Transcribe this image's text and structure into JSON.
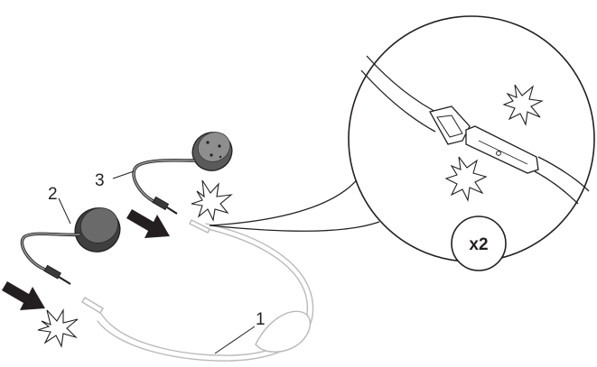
{
  "figure": {
    "callouts": [
      {
        "id": "1",
        "text": "1"
      },
      {
        "id": "2",
        "text": "2"
      },
      {
        "id": "3",
        "text": "3"
      }
    ],
    "badge": {
      "text": "x2"
    },
    "icons": {
      "arrow": "push-arrow-icon",
      "click": "click-burst-icon",
      "earpiece": "earpiece-icon",
      "headband": "headband-icon",
      "connector": "connector-icon"
    }
  }
}
